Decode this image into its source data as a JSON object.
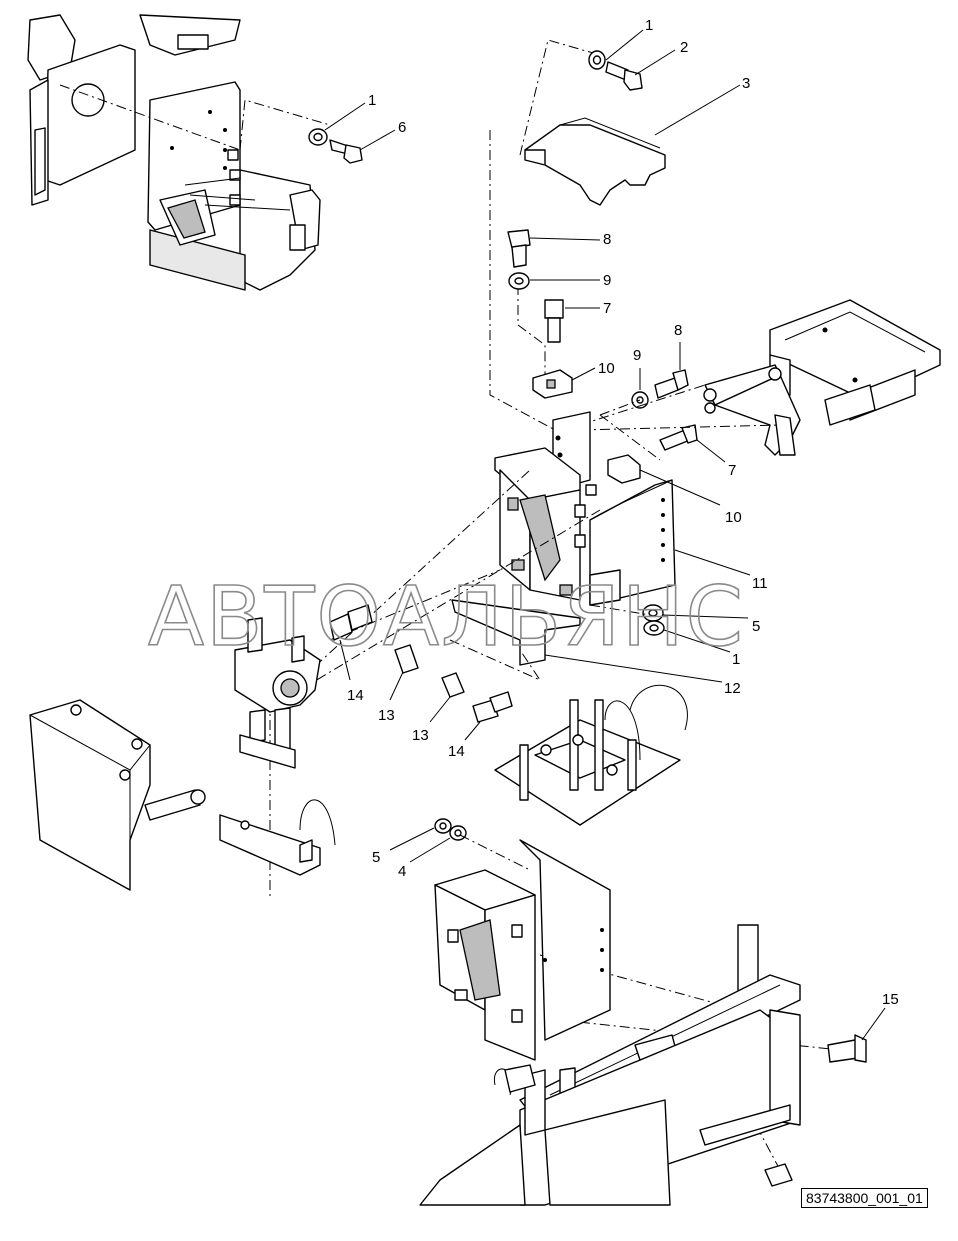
{
  "watermark": "АВТОАЛЬЯНС",
  "reference_number": "83743800_001_01",
  "callouts": {
    "c1a": "1",
    "c2": "2",
    "c3": "3",
    "c1b": "1",
    "c6": "6",
    "c8a": "8",
    "c9a": "9",
    "c7a": "7",
    "c10a": "10",
    "c9b": "9",
    "c8b": "8",
    "c7b": "7",
    "c10b": "10",
    "c11": "11",
    "c5a": "5",
    "c1c": "1",
    "c12": "12",
    "c14a": "14",
    "c13a": "13",
    "c13b": "13",
    "c14b": "14",
    "c5b": "5",
    "c4": "4",
    "c15": "15"
  }
}
